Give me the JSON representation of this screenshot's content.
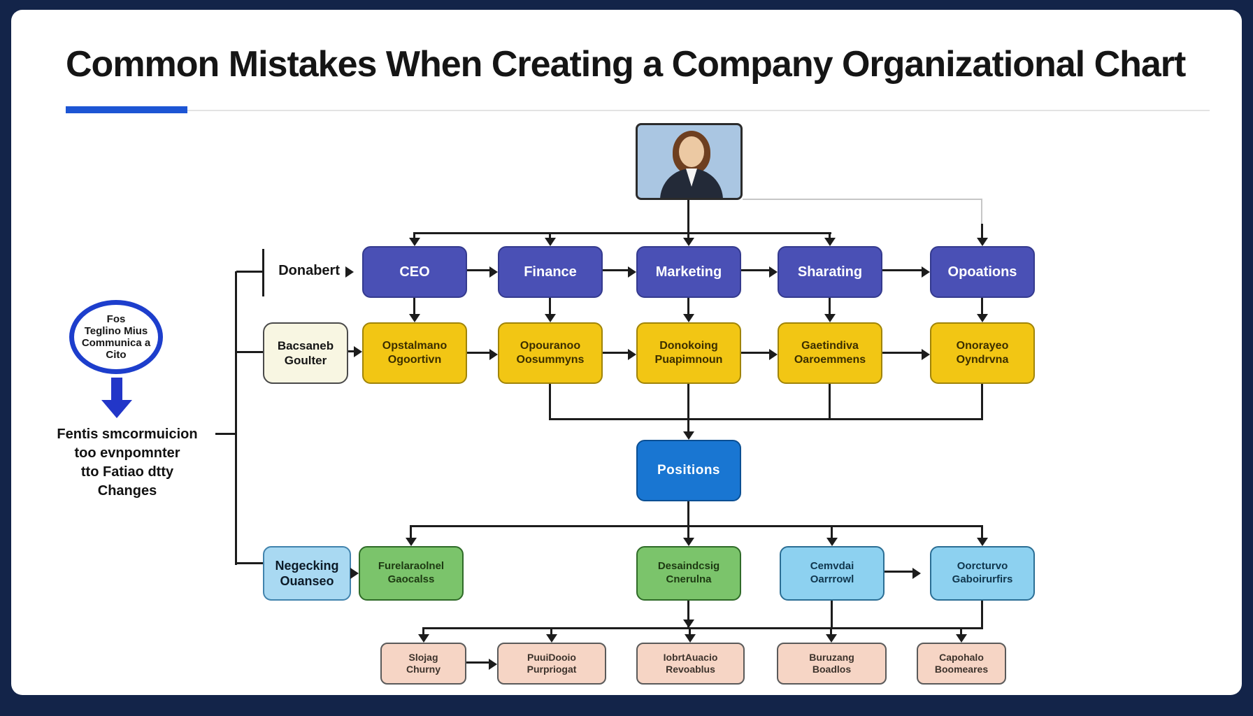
{
  "title": "Common Mistakes When Creating a Company Organizational Chart",
  "row_labels": {
    "executives": "Donabert",
    "departments": "Bacsaneb\nGoulter",
    "teams": "Negecking\nOuanseo"
  },
  "executives": [
    "CEO",
    "Finance",
    "Marketing",
    "Sharating",
    "Opoations"
  ],
  "departments": [
    "Opstalmano\nOgoortivn",
    "Opouranoo\nOosummyns",
    "Donokoing\nPuapimnoun",
    "Gaetindiva\nOaroemmens",
    "Onorayeo\nOyndrvna"
  ],
  "center_node": "Positions",
  "teams": [
    "Furelaraolnel\nGaocalss",
    "Desaindcsig\nCnerulna",
    "Cemvdai\nOarrrowl",
    "Oorcturvo\nGaboirurfirs"
  ],
  "sub_teams": [
    "Slojag\nChurny",
    "PuuiDooio\nPurpriogat",
    "IobrtAuacio\nRevoablus",
    "Buruzang\nBoadlos",
    "Capohalo\nBoomeares"
  ],
  "callout": {
    "circle_text": "Fos\nTeglino Mius\nCommunica a\nCito",
    "caption": "Fentis smcormuicion\ntoo evnpomnter\ntto Fatiao dtty\nChanges"
  },
  "colors": {
    "frame": "#132449",
    "title_underline": "#1d55d4",
    "executive_box": "#4a50b5",
    "department_box": "#f2c614",
    "center_box": "#1976d2",
    "team_green_box": "#7bc46b",
    "team_blue_box": "#8dd1f0",
    "subteam_box": "#f6d5c5",
    "label_cream_box": "#f8f6e2",
    "label_blue_box": "#a9d9f2",
    "callout_ring": "#1d3ecc",
    "connector": "#1c1c1c"
  }
}
